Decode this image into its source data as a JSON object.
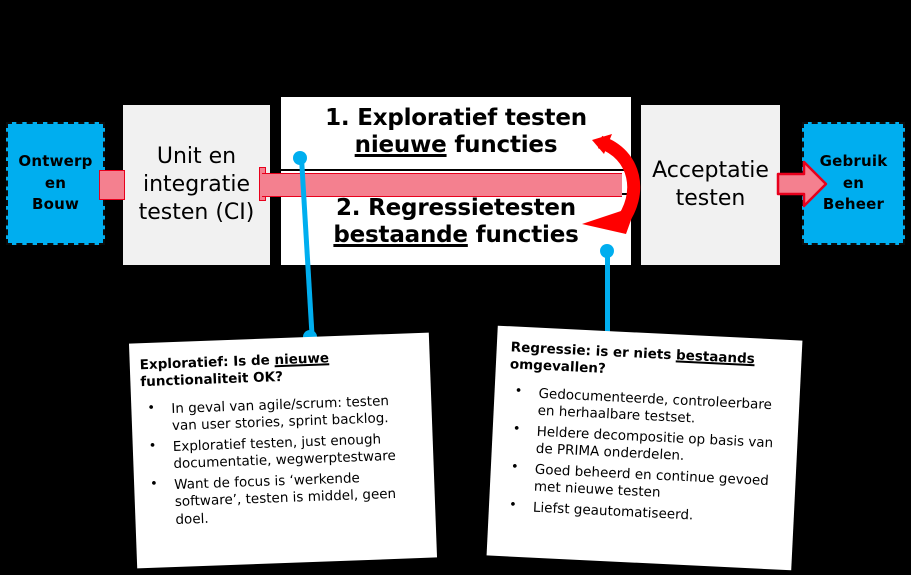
{
  "diagram": {
    "title_center_1": "1. Exploratief testen",
    "title_center_1_underlined": "nieuwe",
    "title_center_1_tail": " functies",
    "title_center_2": "2. Regressietesten",
    "title_center_2_underlined": "bestaande",
    "title_center_2_tail": " functies",
    "colors": {
      "background": "#000000",
      "phase_cyan": "#00AEEF",
      "phase_grey": "#F1F1F1",
      "arrow_pink": "#F4808F",
      "arrow_pink_border": "#E8001C",
      "curve_red": "#FF0000",
      "connector_blue": "#00AEEF"
    }
  },
  "phases": [
    {
      "id": "ontwerp",
      "label": "Ontwerp\nen\nBouw",
      "style": "cyan"
    },
    {
      "id": "unit",
      "label": "Unit en\nintegratie\ntesten (CI)",
      "style": "grey"
    },
    {
      "id": "accept",
      "label": "Acceptatie\ntesten",
      "style": "grey"
    },
    {
      "id": "gebruik",
      "label": "Gebruik\nen\nBeheer",
      "style": "cyan"
    }
  ],
  "callout_left": {
    "title_a": "Exploratief:  Is de ",
    "title_u": "nieuwe",
    "title_b": "",
    "title_line2": "functionaliteit  OK?",
    "bullets": [
      "In geval van agile/scrum:  testen van user stories, sprint  backlog.",
      "Exploratief  testen, just enough documentatie,  wegwerptestware",
      "Want de focus is ‘werkende software’, testen is middel,  geen doel."
    ]
  },
  "callout_right": {
    "title_a": "Regressie:  is er niets ",
    "title_u": "bestaands",
    "title_b": "",
    "title_line2": "omgevallen?",
    "bullets": [
      "Gedocumenteerde, controleerbare  en herhaalbare testset.",
      "Heldere  decompositie  op basis van de PRIMA  onderdelen.",
      "Goed beheerd  en continue gevoed met nieuwe  testen",
      "Liefst  geautomatiseerd."
    ]
  },
  "icons": {
    "bullet": "•"
  }
}
